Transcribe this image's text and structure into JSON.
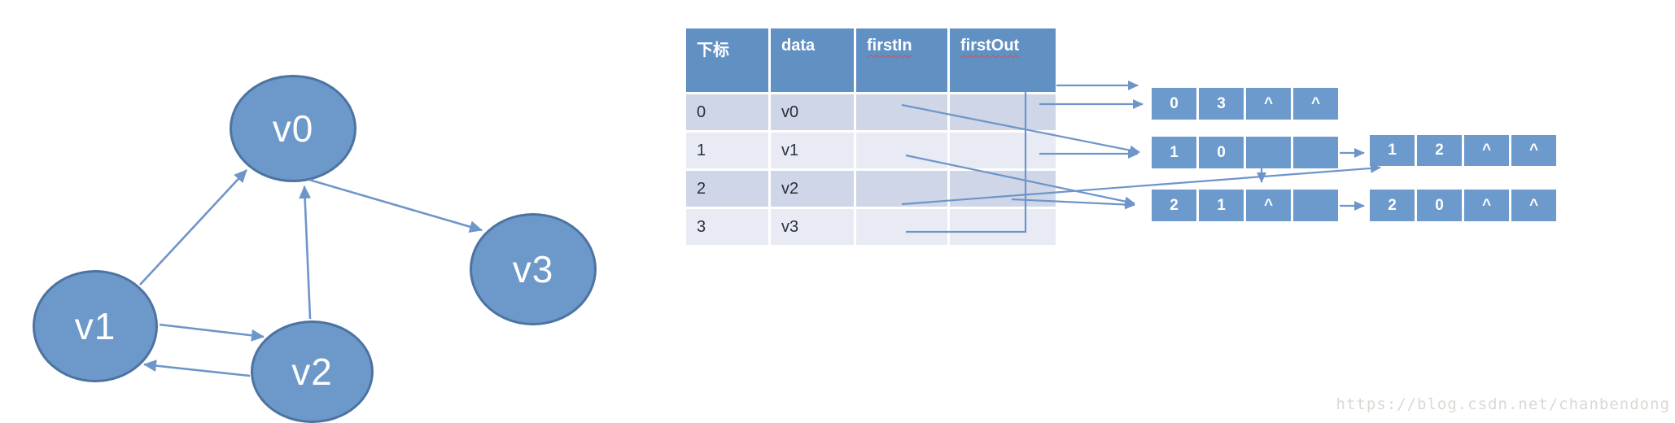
{
  "title": "orthogonal list (cross linked list) of a directed graph",
  "watermark": "https://blog.csdn.net/chanbendong",
  "colors": {
    "node_fill": "#6c98ca",
    "node_border": "#4c73a1",
    "table_header": "#6190c3",
    "row_dark": "#cfd6e7",
    "row_light": "#e9ebf4",
    "arrow": "#6e95c9",
    "squiggle": "#e74c3c",
    "watermark_gray": "#d9d9d4"
  },
  "graph": {
    "vertices": [
      {
        "label": "v0"
      },
      {
        "label": "v1"
      },
      {
        "label": "v2"
      },
      {
        "label": "v3"
      }
    ],
    "edges": [
      {
        "from": "v1",
        "to": "v0"
      },
      {
        "from": "v2",
        "to": "v0"
      },
      {
        "from": "v0",
        "to": "v3"
      },
      {
        "from": "v1",
        "to": "v2"
      },
      {
        "from": "v2",
        "to": "v1"
      }
    ]
  },
  "table": {
    "headers": [
      "下标",
      "data",
      "firstIn",
      "firstOut"
    ],
    "rows": [
      {
        "index": "0",
        "data": "v0",
        "firstIn": "",
        "firstOut": ""
      },
      {
        "index": "1",
        "data": "v1",
        "firstIn": "",
        "firstOut": ""
      },
      {
        "index": "2",
        "data": "v2",
        "firstIn": "",
        "firstOut": ""
      },
      {
        "index": "3",
        "data": "v3",
        "firstIn": "",
        "firstOut": ""
      }
    ]
  },
  "edge_nodes": [
    {
      "id": "edge-0-3",
      "cells": [
        "0",
        "3",
        "^",
        "^"
      ]
    },
    {
      "id": "edge-1-0",
      "cells": [
        "1",
        "0",
        "",
        ""
      ]
    },
    {
      "id": "edge-2-1",
      "cells": [
        "2",
        "1",
        "^",
        ""
      ]
    },
    {
      "id": "edge-1-2",
      "cells": [
        "1",
        "2",
        "^",
        "^"
      ]
    },
    {
      "id": "edge-2-0",
      "cells": [
        "2",
        "0",
        "^",
        "^"
      ]
    }
  ]
}
